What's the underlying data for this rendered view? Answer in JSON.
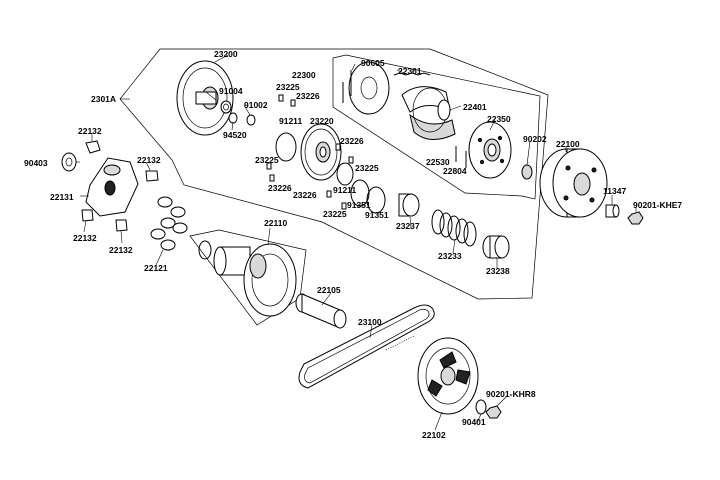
{
  "diagram": {
    "labels": {
      "l23200": "23200",
      "l2301A": "2301A",
      "l91004": "91004",
      "l91002": "91002",
      "l94520": "94520",
      "l23225a": "23225",
      "l23226a": "23226",
      "l91211a": "91211",
      "l23220": "23220",
      "l22300": "22300",
      "l90605": "90605",
      "l22361": "22361",
      "l22401": "22401",
      "l22350": "22350",
      "l90202": "90202",
      "l22100": "22100",
      "l22132a": "22132",
      "l90403": "90403",
      "l22132b": "22132",
      "l22131": "22131",
      "l22132c": "22132",
      "l22132d": "22132",
      "l22121": "22121",
      "l23225b": "23225",
      "l23226b": "23226",
      "l23226c": "23226",
      "l23225c": "23225",
      "l91211b": "91211",
      "l23226d": "23226",
      "l23225d": "23225",
      "l91351a": "91351",
      "l91351b": "91351",
      "l23237": "23237",
      "l22530": "22530",
      "l22804": "22804",
      "l11347": "11347",
      "l90201khe7": "90201-KHE7",
      "l22110": "22110",
      "l23233": "23233",
      "l23238": "23238",
      "l22105": "22105",
      "l23100": "23100",
      "l90201khr8": "90201-KHR8",
      "l90401": "90401",
      "l22102": "22102"
    }
  }
}
